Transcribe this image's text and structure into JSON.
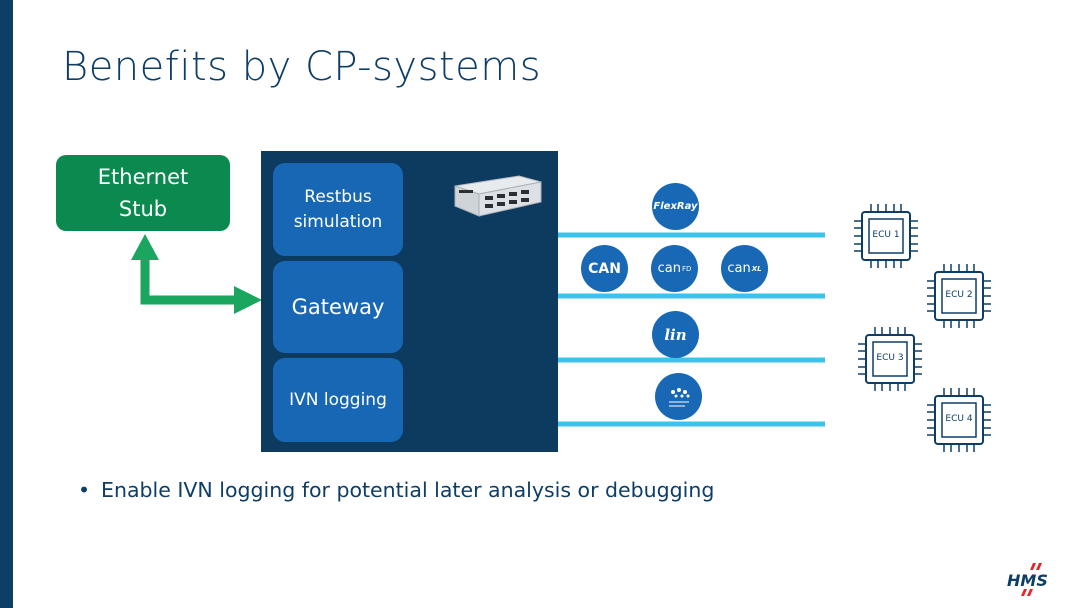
{
  "slide": {
    "title": "Benefits by CP-systems"
  },
  "stub": {
    "label": "Ethernet Stub"
  },
  "device_blocks": [
    {
      "label": "Restbus simulation"
    },
    {
      "label": "Gateway"
    },
    {
      "label": "IVN logging"
    }
  ],
  "buses": [
    {
      "name": "FlexRay",
      "icon": "flexray-logo"
    },
    {
      "name": "CAN",
      "icon": "can-logo"
    },
    {
      "name": "CAN FD",
      "icon": "can-fd-logo"
    },
    {
      "name": "CAN XL",
      "icon": "can-xl-logo"
    },
    {
      "name": "LIN",
      "icon": "lin-logo"
    },
    {
      "name": "Automotive Ethernet",
      "icon": "automotive-ethernet-logo"
    }
  ],
  "badges": {
    "flexray": "FlexRay",
    "can": "CAN",
    "canfd_base": "can",
    "canfd_sup": "FD",
    "canxl_base": "can",
    "canxl_sup": "XL",
    "lin": "lin"
  },
  "ecus": [
    "ECU 1",
    "ECU 2",
    "ECU 3",
    "ECU 4"
  ],
  "bullets": [
    "Enable IVN logging for potential later analysis or debugging"
  ],
  "footer": {
    "logo": "HMS"
  },
  "colors": {
    "brand_navy": "#0e3d66",
    "block_blue": "#1867b5",
    "stub_green": "#0a8a4f",
    "bus_cyan": "#3cc3ea"
  }
}
